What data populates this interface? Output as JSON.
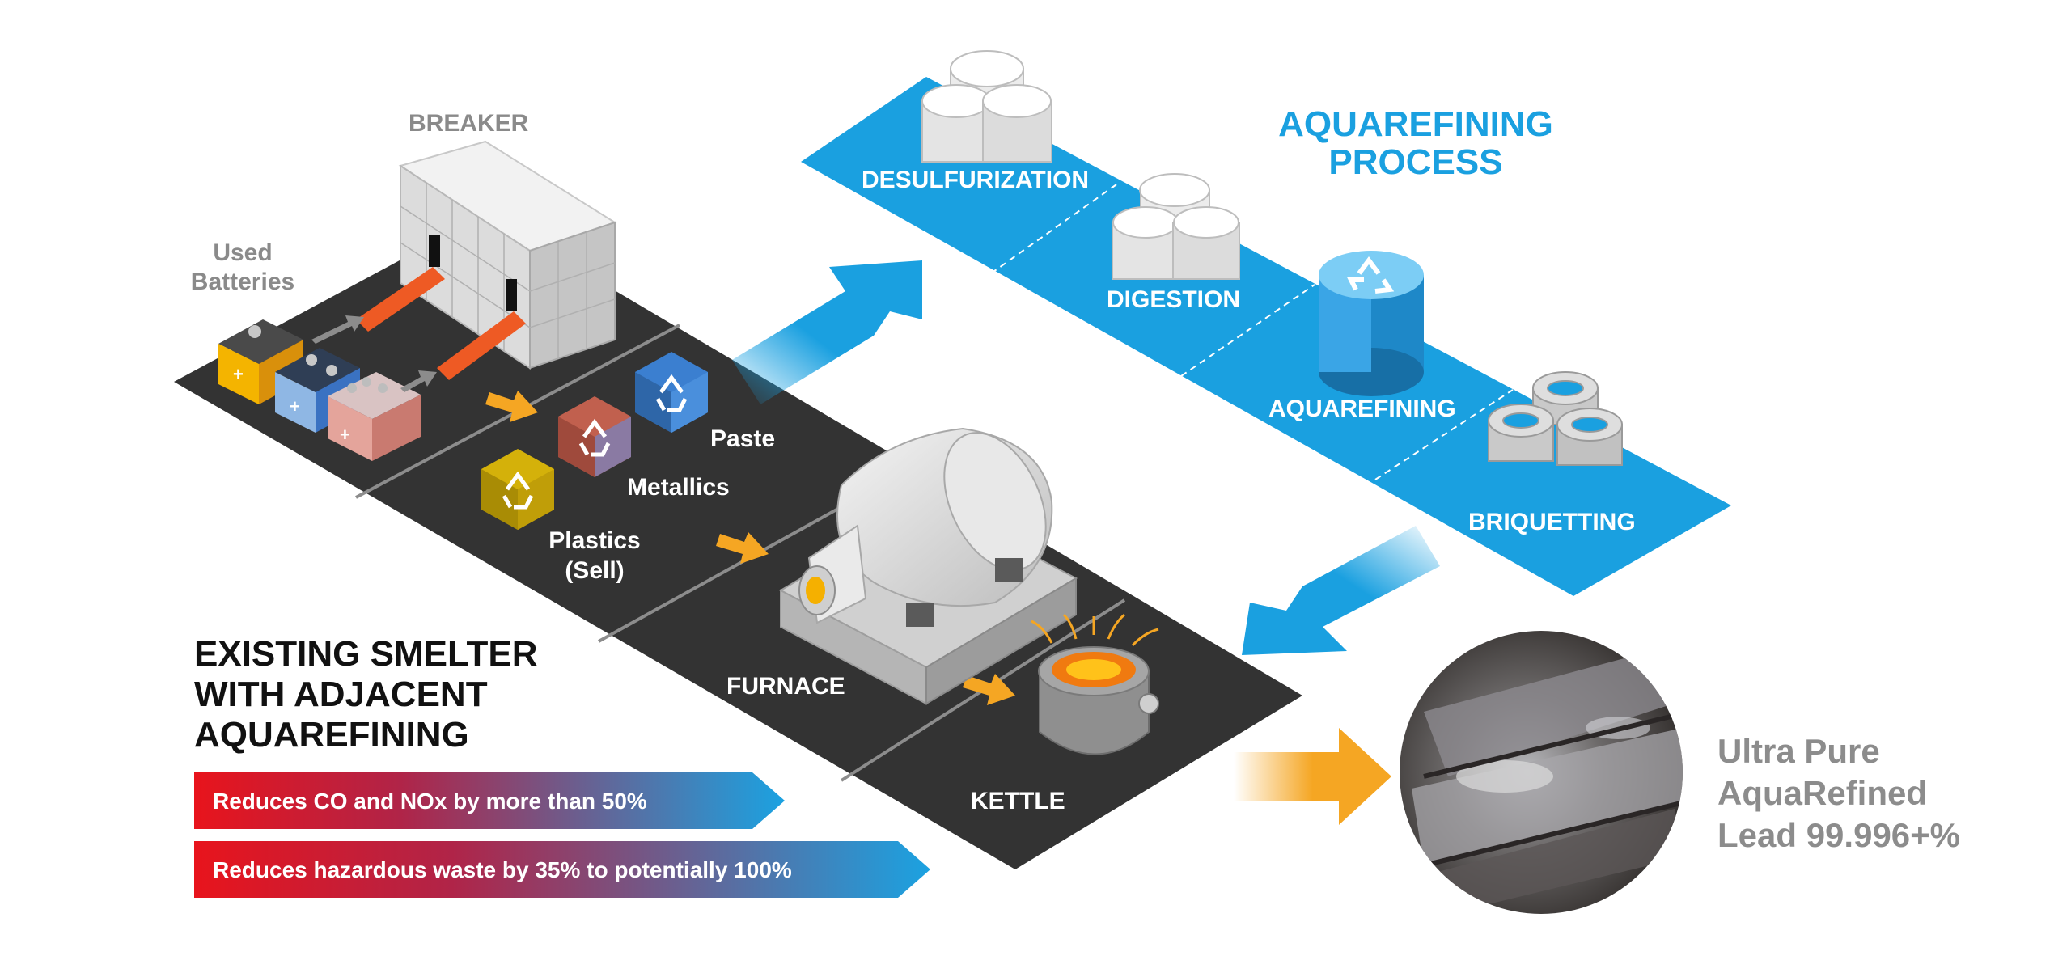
{
  "colors": {
    "blue": "#1aa0e0",
    "belt": "#333333",
    "orange": "#f5a623",
    "banner_red": "#e8141c",
    "banner_blue": "#1ba2e1",
    "text_grey": "#8a8a8a"
  },
  "aquarefining": {
    "title_line1": "AQUAREFINING",
    "title_line2": "PROCESS",
    "steps": [
      "DESULFURIZATION",
      "DIGESTION",
      "AQUAREFINING",
      "BRIQUETTING"
    ]
  },
  "smelter": {
    "breaker_label": "BREAKER",
    "used_batteries_line1": "Used",
    "used_batteries_line2": "Batteries",
    "materials": {
      "paste": "Paste",
      "metallics": "Metallics",
      "plastics_line1": "Plastics",
      "plastics_line2": "(Sell)"
    },
    "furnace_label": "FURNACE",
    "kettle_label": "KETTLE"
  },
  "heading": {
    "line1": "EXISTING SMELTER",
    "line2": "WITH ADJACENT",
    "line3": "AQUAREFINING"
  },
  "benefits": [
    "Reduces CO and NOx by more than 50%",
    "Reduces hazardous waste by 35% to potentially 100%"
  ],
  "result": {
    "line1": "Ultra Pure",
    "line2": "AquaRefined",
    "line3": "Lead 99.996+%"
  },
  "icons": [
    "recycle-icon",
    "arrow-icon",
    "battery-icon",
    "silo-icon",
    "tank-icon",
    "briquette-icon",
    "furnace-icon",
    "kettle-icon",
    "lead-ingot-photo"
  ]
}
